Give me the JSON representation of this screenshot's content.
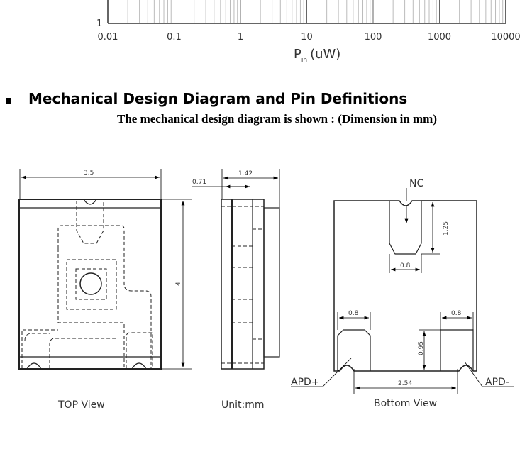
{
  "chart_data": {
    "type": "line",
    "xscale": "log",
    "x_ticks": [
      "0.01",
      "0.1",
      "1",
      "10",
      "100",
      "1000",
      "10000"
    ],
    "y_ticks_visible": [
      "1"
    ],
    "xlabel_main": "P",
    "xlabel_sub": "in",
    "xlabel_unit": "(uW)",
    "xlim": [
      0.01,
      10000
    ],
    "grid": true
  },
  "section": {
    "title": "Mechanical Design Diagram and Pin Definitions",
    "subtitle": "The mechanical design diagram is shown : (Dimension in mm)"
  },
  "diagram": {
    "top_view": {
      "caption": "TOP View",
      "width_dim": "3.5",
      "height_dim": "4"
    },
    "side_view": {
      "caption": "Unit:mm",
      "width_dim": "1.42",
      "half_dim": "0.71"
    },
    "bottom_view": {
      "caption": "Bottom View",
      "pin_nc": "NC",
      "pin_apd_plus": "APD+",
      "pin_apd_minus": "APD-",
      "nc_height_dim": "1.25",
      "nc_width_dim": "0.8",
      "left_pad_dim": "0.8",
      "right_pad_dim": "0.8",
      "pad_height_dim": "0.95",
      "pitch_dim": "2.54"
    }
  }
}
